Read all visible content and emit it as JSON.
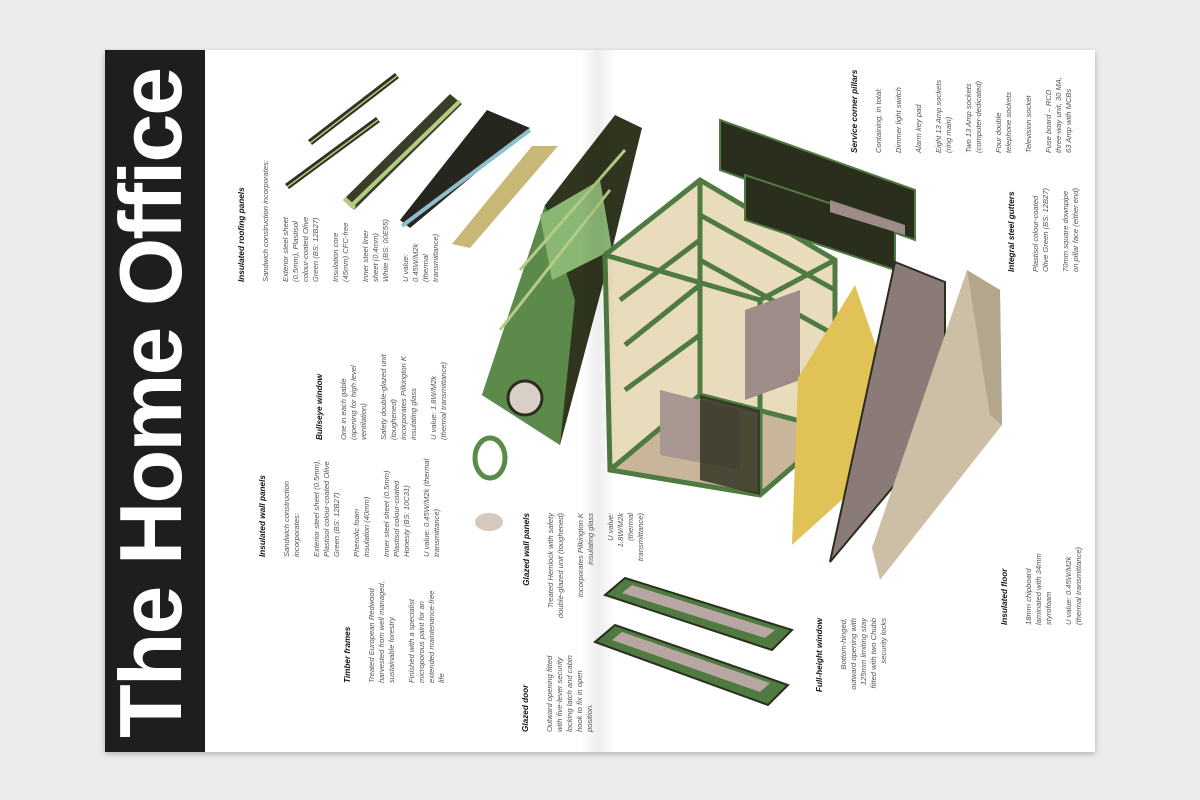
{
  "title": "The Home Office",
  "colors": {
    "band": "#1e1e1c",
    "olive": "#34381f",
    "green": "#4f7a41",
    "light_green": "#b3cb84",
    "yellow": "#e0c257",
    "mauve": "#8a7a78",
    "beige": "#cdbfa5"
  },
  "sections": {
    "roofing": {
      "heading": "Insulated roofing panels",
      "paragraphs": [
        "Sandwich construction incorporates:",
        "Exterior steel sheet\n(0.5mm), Plastisol\ncolour-coated Olive\nGreen (BS: 12B27)",
        "Insulation core\n(45mm) CFC-free",
        "Inner steel liner\nsheet (0.4mm)\nWhite (BS: 00E55)",
        "U value:\n0.45W/M2k\n(thermal\ntransmittance)"
      ]
    },
    "bullseye": {
      "heading": "Bullseye window",
      "paragraphs": [
        "One in each gable\n(opening for high level\nventilation)",
        "Safety double-glazed unit\n(toughened)\nincorporates Pilkington K\ninsulating glass",
        "U value: 1.8W/M2k\n(thermal transmittance)"
      ]
    },
    "wall_panels": {
      "heading": "Insulated wall panels",
      "paragraphs": [
        "Sandwich construction\nincorporates:",
        "Exterior steel sheet (0.5mm),\nPlastisol colour-coated Olive\nGreen (BS: 12B27)",
        "Phenolic foam\ninsulation (40mm)",
        "Inner steel sheet (0.5mm)\nPlastisol colour-coated\nHonesty (BS: 10C31)",
        "U value: 0.45W/M2k (thermal\ntransmittance)"
      ]
    },
    "timber": {
      "heading": "Timber frames",
      "paragraphs": [
        "Treated European Redwood\nharvested from well managed,\nsustainable forestry.",
        "Finished with a specialist\nmicroporous paint for an\nextended maintenance-free\nlife"
      ]
    },
    "glazed_door": {
      "heading": "Glazed door",
      "paragraphs": [
        "Outward opening fitted\nwith five-lever security\nlocking latch and cabin\nhook to fix in open\nposition."
      ]
    },
    "glazed_wall": {
      "heading": "Glazed wall panels",
      "paragraphs": [
        "Treated Hemlock with safety\ndouble-glazed unit (toughened)",
        "Incorporates Pilkington K\ninsulating glass",
        "U value:\n1.8W/M2k\n(thermal\ntransmittance)"
      ]
    },
    "pillars": {
      "heading": "Service corner pillars",
      "paragraphs": [
        "Containing, in total:",
        "Dimmer light switch",
        "Alarm key pad",
        "Eight 13 Amp sockets\n(ring main)",
        "Two 13 Amp sockets\n(computer-dedicated)",
        "Four double\ntelephone sockets",
        "Television socket",
        "Fuse board – RCD\nthree-way unit, 30 MA,\n63 Amp with MCBs"
      ]
    },
    "gutters": {
      "heading": "Integral steel gutters",
      "paragraphs": [
        "Plastisol colour-coated\nOlive Green (BS: 12B27)",
        "70mm square downpipe\non pillar face (either end)"
      ]
    },
    "floor": {
      "heading": "Insulated floor",
      "paragraphs": [
        "18mm chipboard\nlaminated with 34mm\nstyrofoam",
        "U value: 0.45W/M2k\n(thermal transmittance)"
      ]
    },
    "window": {
      "heading": "Full-height window",
      "paragraphs": [
        "Bottom-hinged,\noutward opening with\n125mm limiting stay\nfitted with two Chubb\nsecurity locks"
      ]
    }
  }
}
